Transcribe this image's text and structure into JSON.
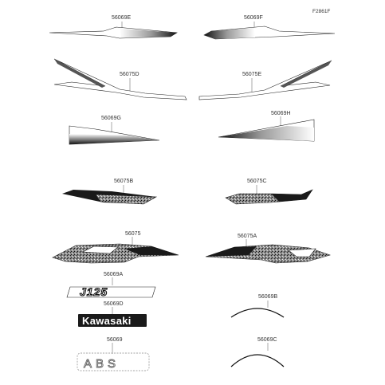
{
  "figure_id": "F2861F",
  "parts": [
    {
      "id": "p1",
      "number": "56069E"
    },
    {
      "id": "p2",
      "number": "56069F"
    },
    {
      "id": "p3",
      "number": "56075D"
    },
    {
      "id": "p4",
      "number": "56075E"
    },
    {
      "id": "p5",
      "number": "56069G"
    },
    {
      "id": "p6",
      "number": "56069H"
    },
    {
      "id": "p7",
      "number": "56075B"
    },
    {
      "id": "p8",
      "number": "56075C"
    },
    {
      "id": "p9",
      "number": "56075"
    },
    {
      "id": "p10",
      "number": "56075A"
    },
    {
      "id": "p11",
      "number": "56069A"
    },
    {
      "id": "p12",
      "number": "56069D"
    },
    {
      "id": "p13",
      "number": "56069"
    },
    {
      "id": "p14",
      "number": "56069B"
    },
    {
      "id": "p15",
      "number": "56069C"
    }
  ],
  "decals": {
    "model_logo": "J125",
    "brand_logo": "Kawasaki",
    "abs_logo": "ABS"
  }
}
